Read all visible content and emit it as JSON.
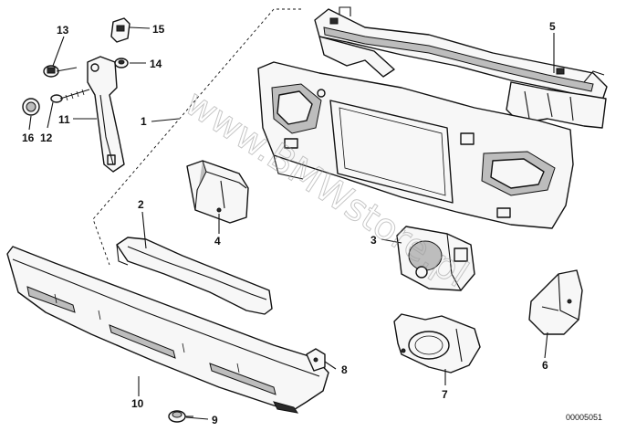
{
  "watermark": "www.BMWstore.pl",
  "reference_number": "00005051",
  "callouts": [
    {
      "id": "1",
      "label": "1"
    },
    {
      "id": "2",
      "label": "2"
    },
    {
      "id": "3",
      "label": "3"
    },
    {
      "id": "4",
      "label": "4"
    },
    {
      "id": "5",
      "label": "5"
    },
    {
      "id": "6",
      "label": "6"
    },
    {
      "id": "7",
      "label": "7"
    },
    {
      "id": "8",
      "label": "8"
    },
    {
      "id": "9",
      "label": "9"
    },
    {
      "id": "10",
      "label": "10"
    },
    {
      "id": "11",
      "label": "11"
    },
    {
      "id": "12",
      "label": "12"
    },
    {
      "id": "13",
      "label": "13"
    },
    {
      "id": "14",
      "label": "14"
    },
    {
      "id": "15",
      "label": "15"
    },
    {
      "id": "16",
      "label": "16"
    }
  ]
}
